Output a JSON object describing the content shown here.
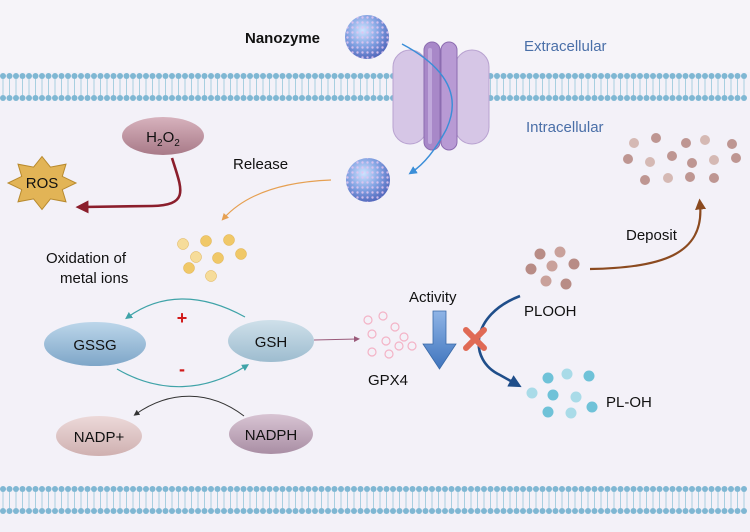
{
  "labels": {
    "nanozyme": "Nanozyme",
    "extracellular": "Extracellular",
    "intracellular": "Intracellular",
    "h2o2_main": "H",
    "h2o2_sub1": "2",
    "h2o2_mid": "O",
    "h2o2_sub2": "2",
    "ros": "ROS",
    "release": "Release",
    "oxidation_line1": "Oxidation of",
    "oxidation_line2": "metal ions",
    "gssg": "GSSG",
    "gsh": "GSH",
    "plus": "+",
    "minus": "-",
    "nadp": "NADP+",
    "nadph": "NADPH",
    "gpx4": "GPX4",
    "activity": "Activity",
    "plooh": "PLOOH",
    "deposit": "Deposit",
    "ploh": "PL-OH"
  },
  "colors": {
    "background": "#f3f1f8",
    "membrane_head": "#7fb7d3",
    "membrane_tail": "#a8cfe0",
    "compartment_label": "#4a6fa8",
    "channel": "#c9b6dc",
    "channel_core": "#9c7cc0",
    "ros_star": "#e2b456",
    "h2o2_ellipse": "#b98a98",
    "metal_ion": "#f0c868",
    "gssg": "#8fb4d2",
    "gsh": "#a9c5d6",
    "nadp": "#d6bcbc",
    "nadph": "#b9a1b3",
    "gpx4_ring": "#f3b3c6",
    "activity_arrow": "#4f86c6",
    "block_cross": "#e06a55",
    "lipid_dot": "#b88c86",
    "ploh_dot": "#6fc2d8",
    "plus_minus": "#d11b1b"
  }
}
